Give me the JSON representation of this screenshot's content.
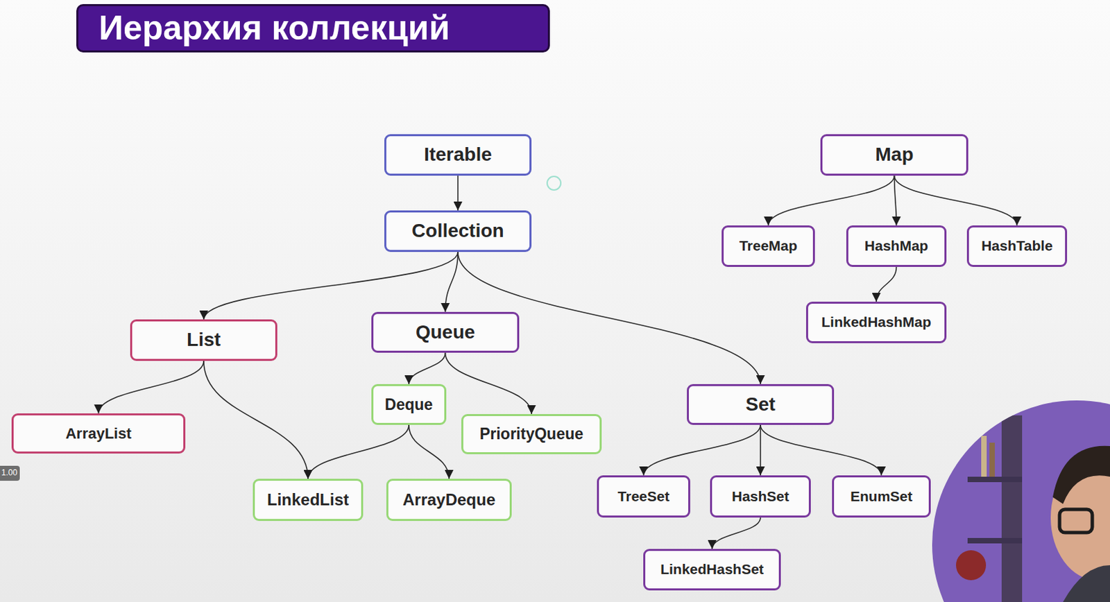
{
  "diagram": {
    "title": "Иерархия коллекций",
    "nodes": [
      {
        "text": [
          "Iterable"
        ]
      },
      {
        "text": [
          "Collection"
        ]
      },
      {
        "text": [
          "List"
        ]
      },
      {
        "text": [
          "Queue"
        ]
      },
      {
        "text": [
          "Set"
        ]
      },
      {
        "text": [
          "ArrayList"
        ]
      },
      {
        "text": [
          "Deque"
        ]
      },
      {
        "text": [
          "PriorityQueue"
        ]
      },
      {
        "text": [
          "LinkedList"
        ]
      },
      {
        "text": [
          "ArrayDeque"
        ]
      },
      {
        "text": [
          "TreeSet"
        ]
      },
      {
        "text": [
          "HashSet"
        ]
      },
      {
        "text": [
          "EnumSet"
        ]
      },
      {
        "text": [
          "LinkedHashSet"
        ]
      },
      {
        "text": [
          "Map"
        ]
      },
      {
        "text": [
          "TreeMap"
        ]
      },
      {
        "text": [
          "HashMap"
        ]
      },
      {
        "text": [
          "HashTable"
        ]
      },
      {
        "text": [
          "LinkedHashMap"
        ]
      }
    ],
    "edges": [
      {
        "from": 0,
        "to": 1,
        "arrow": "to"
      },
      {
        "from": 1,
        "to": 2,
        "arrow": "to"
      },
      {
        "from": 1,
        "to": 3,
        "arrow": "to"
      },
      {
        "from": 1,
        "to": 4,
        "arrow": "to"
      },
      {
        "from": 2,
        "to": 5,
        "arrow": "to"
      },
      {
        "from": 2,
        "to": 8,
        "arrow": "to"
      },
      {
        "from": 3,
        "to": 6,
        "arrow": "to"
      },
      {
        "from": 3,
        "to": 7,
        "arrow": "to"
      },
      {
        "from": 6,
        "to": 8,
        "arrow": "to"
      },
      {
        "from": 6,
        "to": 9,
        "arrow": "to"
      },
      {
        "from": 4,
        "to": 10,
        "arrow": "to"
      },
      {
        "from": 4,
        "to": 11,
        "arrow": "to"
      },
      {
        "from": 4,
        "to": 12,
        "arrow": "to"
      },
      {
        "from": 11,
        "to": 13,
        "arrow": "to"
      },
      {
        "from": 14,
        "to": 15,
        "arrow": "to"
      },
      {
        "from": 14,
        "to": 16,
        "arrow": "to"
      },
      {
        "from": 14,
        "to": 17,
        "arrow": "to"
      },
      {
        "from": 16,
        "to": 18,
        "arrow": "to"
      }
    ],
    "labels": [
      "1.00"
    ]
  }
}
